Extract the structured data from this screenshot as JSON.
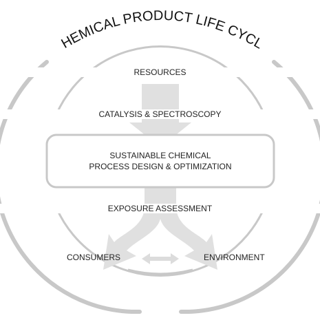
{
  "title": "CHEMICAL PRODUCT LIFE CYCLE",
  "labels": {
    "resources": "RESOURCES",
    "catalysis": "CATALYSIS & SPECTROSCOPY",
    "process_line1": "SUSTAINABLE CHEMICAL",
    "process_line2": "PROCESS DESIGN & OPTIMIZATION",
    "exposure": "EXPOSURE ASSESSMENT",
    "consumers": "CONSUMERS",
    "environment": "ENVIRONMENT"
  },
  "colors": {
    "ring": "#cccccc",
    "arrow": "#e0e0e0",
    "text": "#222222"
  }
}
